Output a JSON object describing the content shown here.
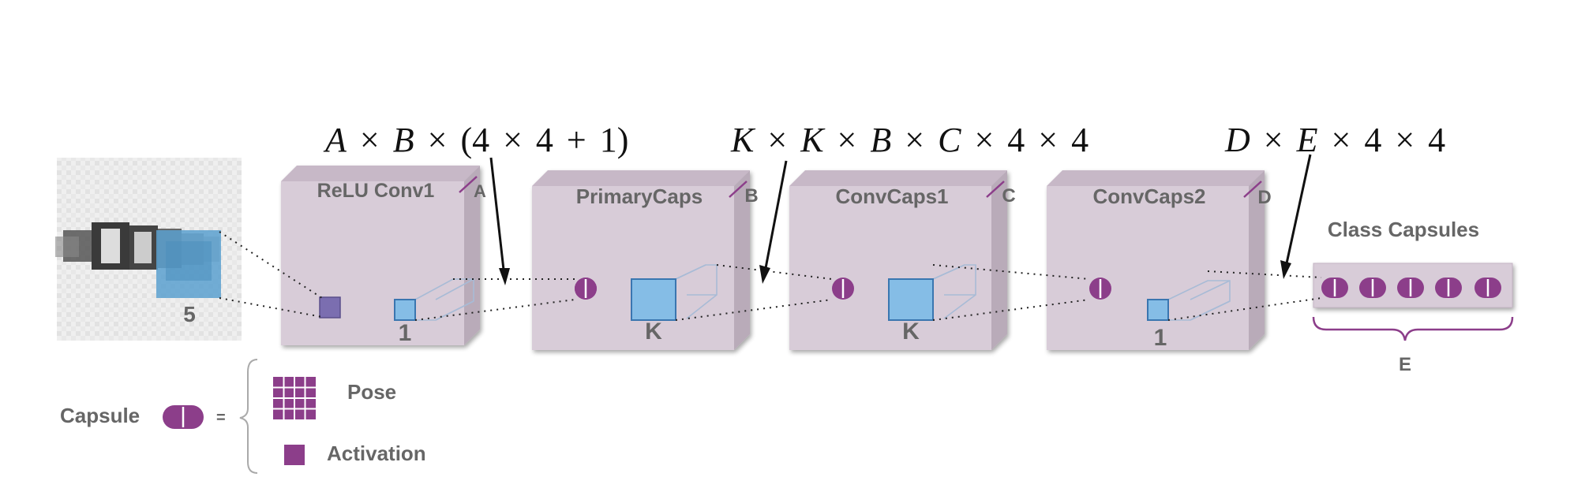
{
  "diagram": {
    "formulas": {
      "f1": [
        "A",
        "×",
        "B",
        "×",
        "(4",
        "×",
        "4",
        "+",
        "1)"
      ],
      "f2": [
        "K",
        "×",
        "K",
        "×",
        "B",
        "×",
        "C",
        "×",
        "4",
        "×",
        "4"
      ],
      "f3": [
        "D",
        "×",
        "E",
        "×",
        "4",
        "×",
        "4"
      ]
    },
    "input": {
      "kernel_label": "5"
    },
    "layers": [
      {
        "title": "ReLU Conv1",
        "dim": "A",
        "kernel": "1"
      },
      {
        "title": "PrimaryCaps",
        "dim": "B",
        "kernel": "K"
      },
      {
        "title": "ConvCaps1",
        "dim": "C",
        "kernel": "K"
      },
      {
        "title": "ConvCaps2",
        "dim": "D",
        "kernel": "1"
      }
    ],
    "class_capsules": {
      "title": "Class Capsules",
      "dim": "E"
    },
    "legend": {
      "capsule_label": "Capsule",
      "equals": "=",
      "pose_label": "Pose",
      "activation_label": "Activation"
    }
  }
}
